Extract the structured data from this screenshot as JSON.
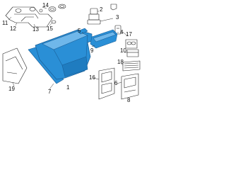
{
  "labels": [
    "1",
    "2",
    "3",
    "4",
    "5",
    "6",
    "7",
    "8",
    "9",
    "10",
    "11",
    "12",
    "13",
    "14",
    "15",
    "16",
    "17",
    "18",
    "19"
  ],
  "colors": {
    "highlight": "#2a8fd6",
    "highlight_dark": "#1a5f98",
    "outline": "#222222",
    "background": "#ffffff"
  }
}
